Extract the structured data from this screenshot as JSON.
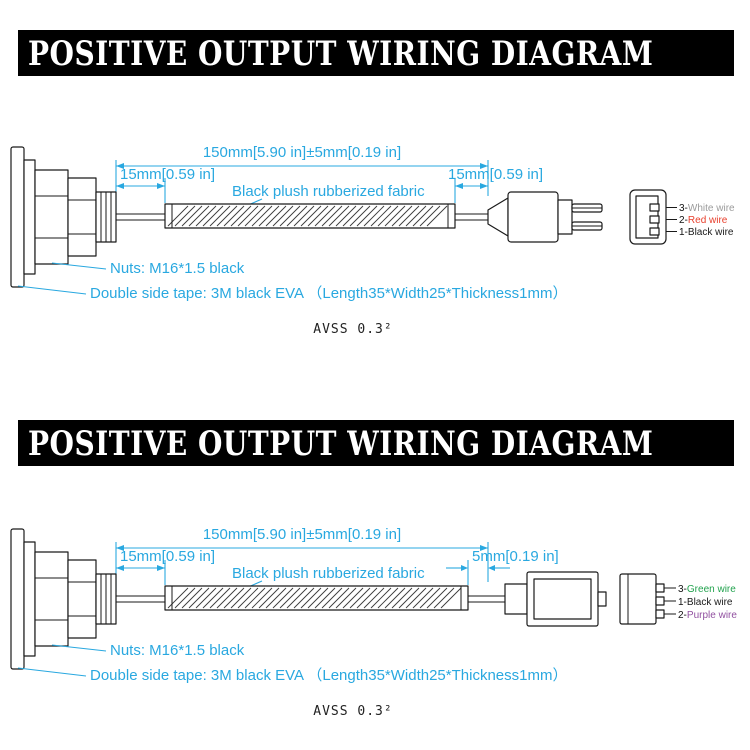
{
  "colors": {
    "accent": "#29a8e0",
    "banner_bg": "#000000",
    "banner_text": "#ffffff"
  },
  "diagrams": [
    {
      "title": "POSITIVE OUTPUT WIRING DIAGRAM",
      "dims": {
        "total": "150mm[5.90 in]±5mm[0.19 in]",
        "left": "15mm[0.59 in]",
        "right": "15mm[0.59 in]"
      },
      "labels": {
        "fabric": "Black plush rubberized fabric",
        "nuts": "Nuts: M16*1.5 black",
        "tape": "Double side tape: 3M black EVA （Length35*Width25*Thickness1mm）",
        "spec": "AVSS 0.3²"
      },
      "wires": [
        {
          "num": "3-",
          "name": "White wire",
          "color": "#9b9b9b"
        },
        {
          "num": "2-",
          "name": "Red wire",
          "color": "#e8402d"
        },
        {
          "num": "1-",
          "name": "Black wire",
          "color": "#1a1a1a"
        }
      ]
    },
    {
      "title": "POSITIVE OUTPUT WIRING DIAGRAM",
      "dims": {
        "total": "150mm[5.90 in]±5mm[0.19 in]",
        "left": "15mm[0.59 in]",
        "right": "5mm[0.19 in]"
      },
      "labels": {
        "fabric": "Black plush rubberized fabric",
        "nuts": "Nuts: M16*1.5 black",
        "tape": "Double side tape: 3M black EVA （Length35*Width25*Thickness1mm）",
        "spec": "AVSS 0.3²"
      },
      "wires": [
        {
          "num": "3-",
          "name": "Green wire",
          "color": "#21a24d"
        },
        {
          "num": "1-",
          "name": "Black wire",
          "color": "#1a1a1a"
        },
        {
          "num": "2-",
          "name": "Purple wire",
          "color": "#9150a0"
        }
      ]
    }
  ]
}
